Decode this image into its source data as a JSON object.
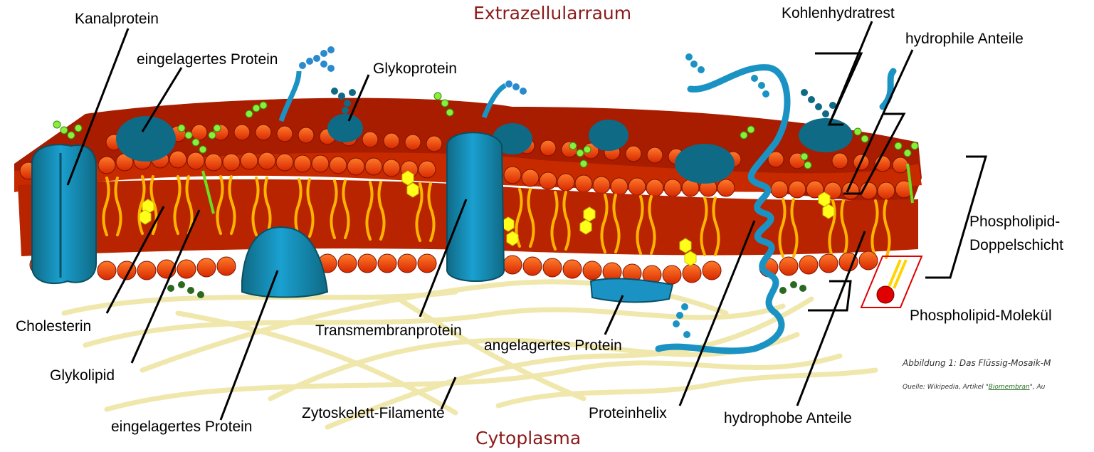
{
  "regions": {
    "top": "Extrazellularraum",
    "bottom": "Cytoplasma"
  },
  "labels": {
    "kanalprotein": "Kanalprotein",
    "eingelagertes_protein_top": "eingelagertes Protein",
    "glykoprotein": "Glykoprotein",
    "kohlenhydratrest": "Kohlenhydratrest",
    "hydrophile_anteile": "hydrophile Anteile",
    "phospholipid_doppelschicht_1": "Phospholipid-",
    "phospholipid_doppelschicht_2": "Doppelschicht",
    "phospholipid_molekuel": "Phospholipid-Molekül",
    "cholesterin": "Cholesterin",
    "transmembranprotein": "Transmembranprotein",
    "angelagertes_protein": "angelagertes Protein",
    "glykolipid": "Glykolipid",
    "eingelagertes_protein_bottom": "eingelagertes Protein",
    "zytoskelett_filamente": "Zytoskelett-Filamente",
    "proteinhelix": "Proteinhelix",
    "hydrophobe_anteile": "hydrophobe Anteile"
  },
  "caption": {
    "figure": "Abbildung 1: Das Flüssig-Mosaik-M",
    "source_prefix": "Quelle: Wikipedia, Artikel \"",
    "source_link": "Biomembran",
    "source_suffix": "\", Au"
  },
  "colors": {
    "region_text": "#8b1a1a",
    "head_orange": "#ff4a00",
    "head_dark": "#b81c00",
    "tail_yellow": "#ffb400",
    "protein_blue": "#1a93c4",
    "protein_dark": "#0f6a85",
    "cholesterol": "#ffff1a",
    "carbohydrate_green": "#88f03a",
    "filament": "#f5ecb0",
    "highlight_red": "#e00000"
  }
}
